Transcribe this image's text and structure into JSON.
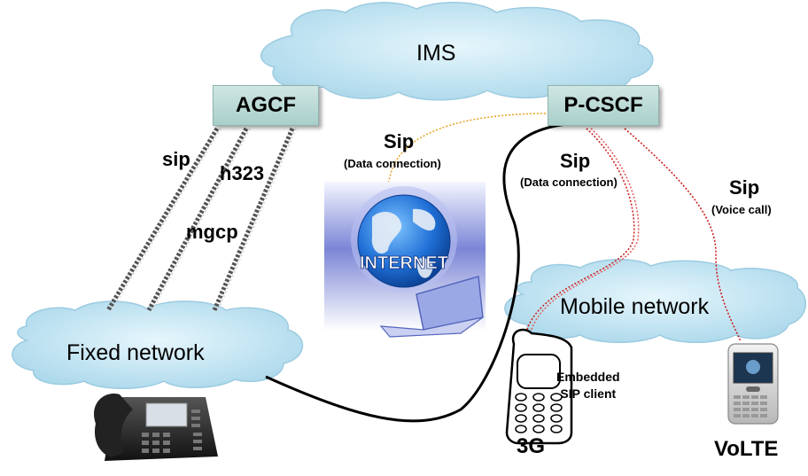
{
  "clouds": {
    "ims": "IMS",
    "fixed": "Fixed network",
    "mobile": "Mobile network"
  },
  "nodes": {
    "agcf": "AGCF",
    "pcscf": "P-CSCF"
  },
  "links": {
    "sip_fixed": "sip",
    "h323": "h323",
    "mgcp": "mgcp",
    "sip_internet": "Sip",
    "sip_internet_note": "(Data connection)",
    "sip_3g": "Sip",
    "sip_3g_note": "(Data connection)",
    "sip_volte": "Sip",
    "sip_volte_note": "(Voice call)"
  },
  "internet": "INTERNET",
  "devices": {
    "embedded_line1": "Embedded",
    "embedded_line2": "SIP client",
    "g3": "3G",
    "volte": "VoLTE"
  }
}
